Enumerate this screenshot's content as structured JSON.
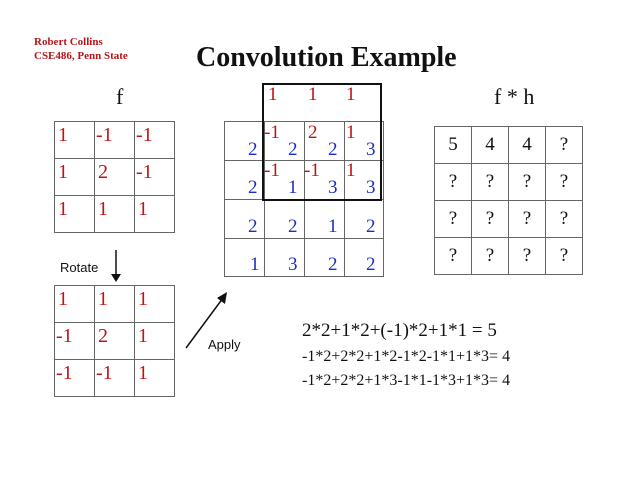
{
  "author": {
    "name": "Robert Collins",
    "course": "CSE486, Penn State"
  },
  "title": "Convolution Example",
  "labels": {
    "f": "f",
    "result": "f * h",
    "rotate": "Rotate",
    "apply": "Apply"
  },
  "kernel_f": [
    [
      "1",
      "-1",
      "-1"
    ],
    [
      "1",
      "2",
      "-1"
    ],
    [
      "1",
      "1",
      "1"
    ]
  ],
  "kernel_rotated": [
    [
      "1",
      "1",
      "1"
    ],
    [
      "-1",
      "2",
      "1"
    ],
    [
      "-1",
      "-1",
      "1"
    ]
  ],
  "image": [
    [
      "2",
      "2",
      "2",
      "3"
    ],
    [
      "2",
      "1",
      "3",
      "3"
    ],
    [
      "2",
      "2",
      "1",
      "2"
    ],
    [
      "1",
      "3",
      "2",
      "2"
    ]
  ],
  "overlay_kernel": [
    [
      "1",
      "1",
      "1"
    ],
    [
      "-1",
      "2",
      "1"
    ],
    [
      "-1",
      "-1",
      "1"
    ]
  ],
  "result": [
    [
      "5",
      "4",
      "4",
      "?"
    ],
    [
      "?",
      "?",
      "?",
      "?"
    ],
    [
      "?",
      "?",
      "?",
      "?"
    ],
    [
      "?",
      "?",
      "?",
      "?"
    ]
  ],
  "equations": [
    "2*2+1*2+(-1)*2+1*1 = 5",
    "-1*2+2*2+1*2-1*2-1*1+1*3= 4",
    "-1*2+2*2+1*3-1*1-1*3+1*3= 4"
  ],
  "colors": {
    "author": "#b5151b",
    "kernel": "#c01414",
    "image": "#1c2ec8"
  }
}
